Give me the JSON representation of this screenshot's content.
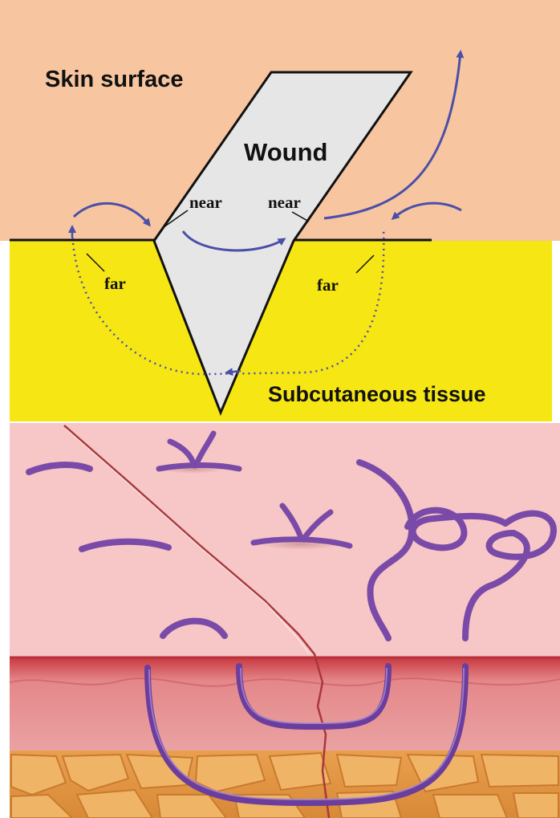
{
  "labels": {
    "skin_surface": "Skin surface",
    "wound": "Wound",
    "near_left": "near",
    "near_right": "near",
    "far_left": "far",
    "far_right": "far",
    "subcutaneous": "Subcutaneous tissue"
  },
  "colors": {
    "skin_area": "#f7c59f",
    "subcutaneous_area": "#f5e614",
    "wound_fill": "#e6e6e6",
    "arrow_blue": "#4a4fa8",
    "suture_purple": "#7a4aa8",
    "illustration_skin": "#f7c6c6",
    "dermis_red": "#d9575c",
    "fat_orange": "#e8a050"
  }
}
